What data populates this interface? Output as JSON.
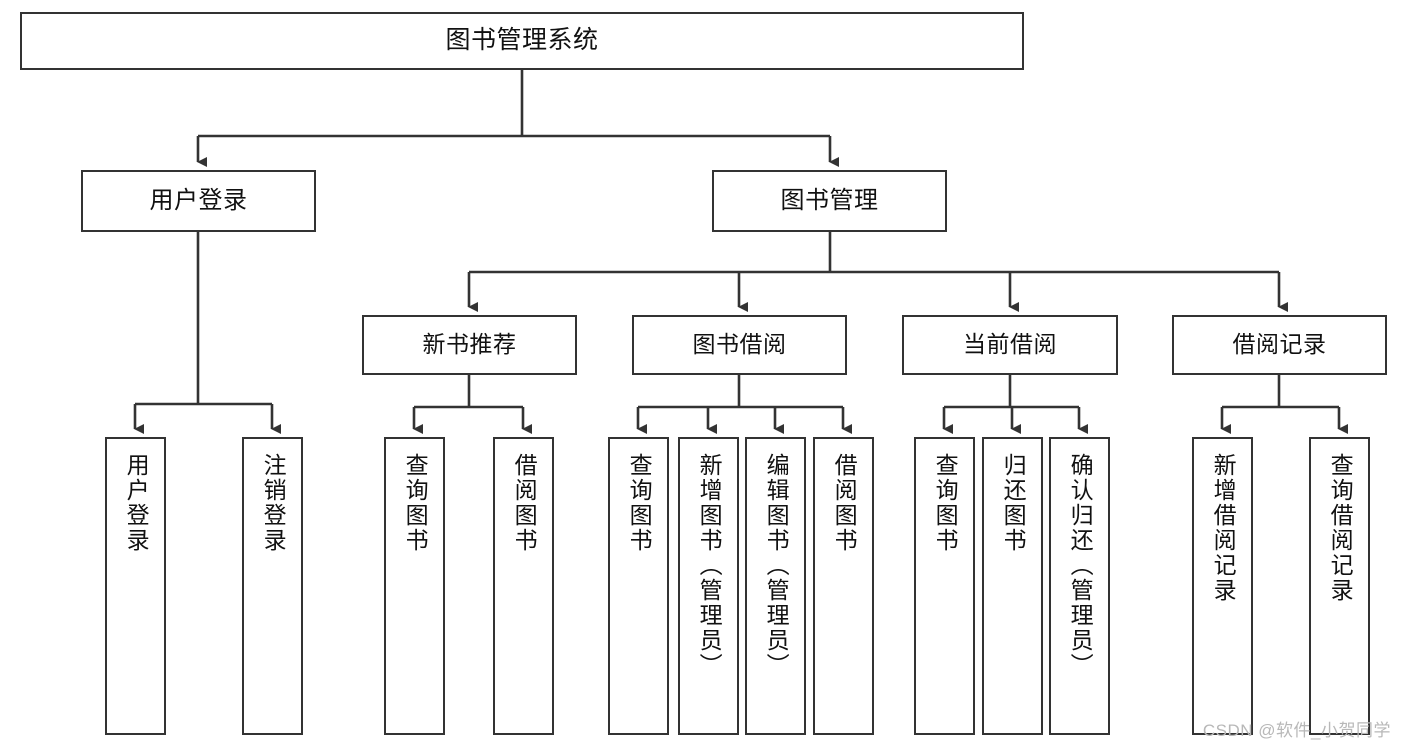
{
  "diagram": {
    "title": "图书管理系统",
    "type": "tree-hierarchy-chart",
    "colors": {
      "box_border": "#333333",
      "box_fill": "#ffffff",
      "connector": "#333333",
      "text": "#111111",
      "watermark": "#b8b8b8"
    },
    "root": {
      "label": "图书管理系统"
    },
    "level2": [
      {
        "label": "用户登录"
      },
      {
        "label": "图书管理"
      }
    ],
    "level3": [
      {
        "label": "新书推荐"
      },
      {
        "label": "图书借阅"
      },
      {
        "label": "当前借阅"
      },
      {
        "label": "借阅记录"
      }
    ],
    "leaves": {
      "user_login": [
        {
          "label": "用户登录"
        },
        {
          "label": "注销登录"
        }
      ],
      "new_book_recommend": [
        {
          "label": "查询图书"
        },
        {
          "label": "借阅图书"
        }
      ],
      "book_borrow": [
        {
          "label": "查询图书"
        },
        {
          "label": "新增图书（管理员）"
        },
        {
          "label": "编辑图书（管理员）"
        },
        {
          "label": "借阅图书"
        }
      ],
      "current_borrow": [
        {
          "label": "查询图书"
        },
        {
          "label": "归还图书"
        },
        {
          "label": "确认归还（管理员）"
        }
      ],
      "borrow_record": [
        {
          "label": "新增借阅记录"
        },
        {
          "label": "查询借阅记录"
        }
      ]
    }
  },
  "watermark": {
    "text": "CSDN @软件_小贺同学"
  }
}
